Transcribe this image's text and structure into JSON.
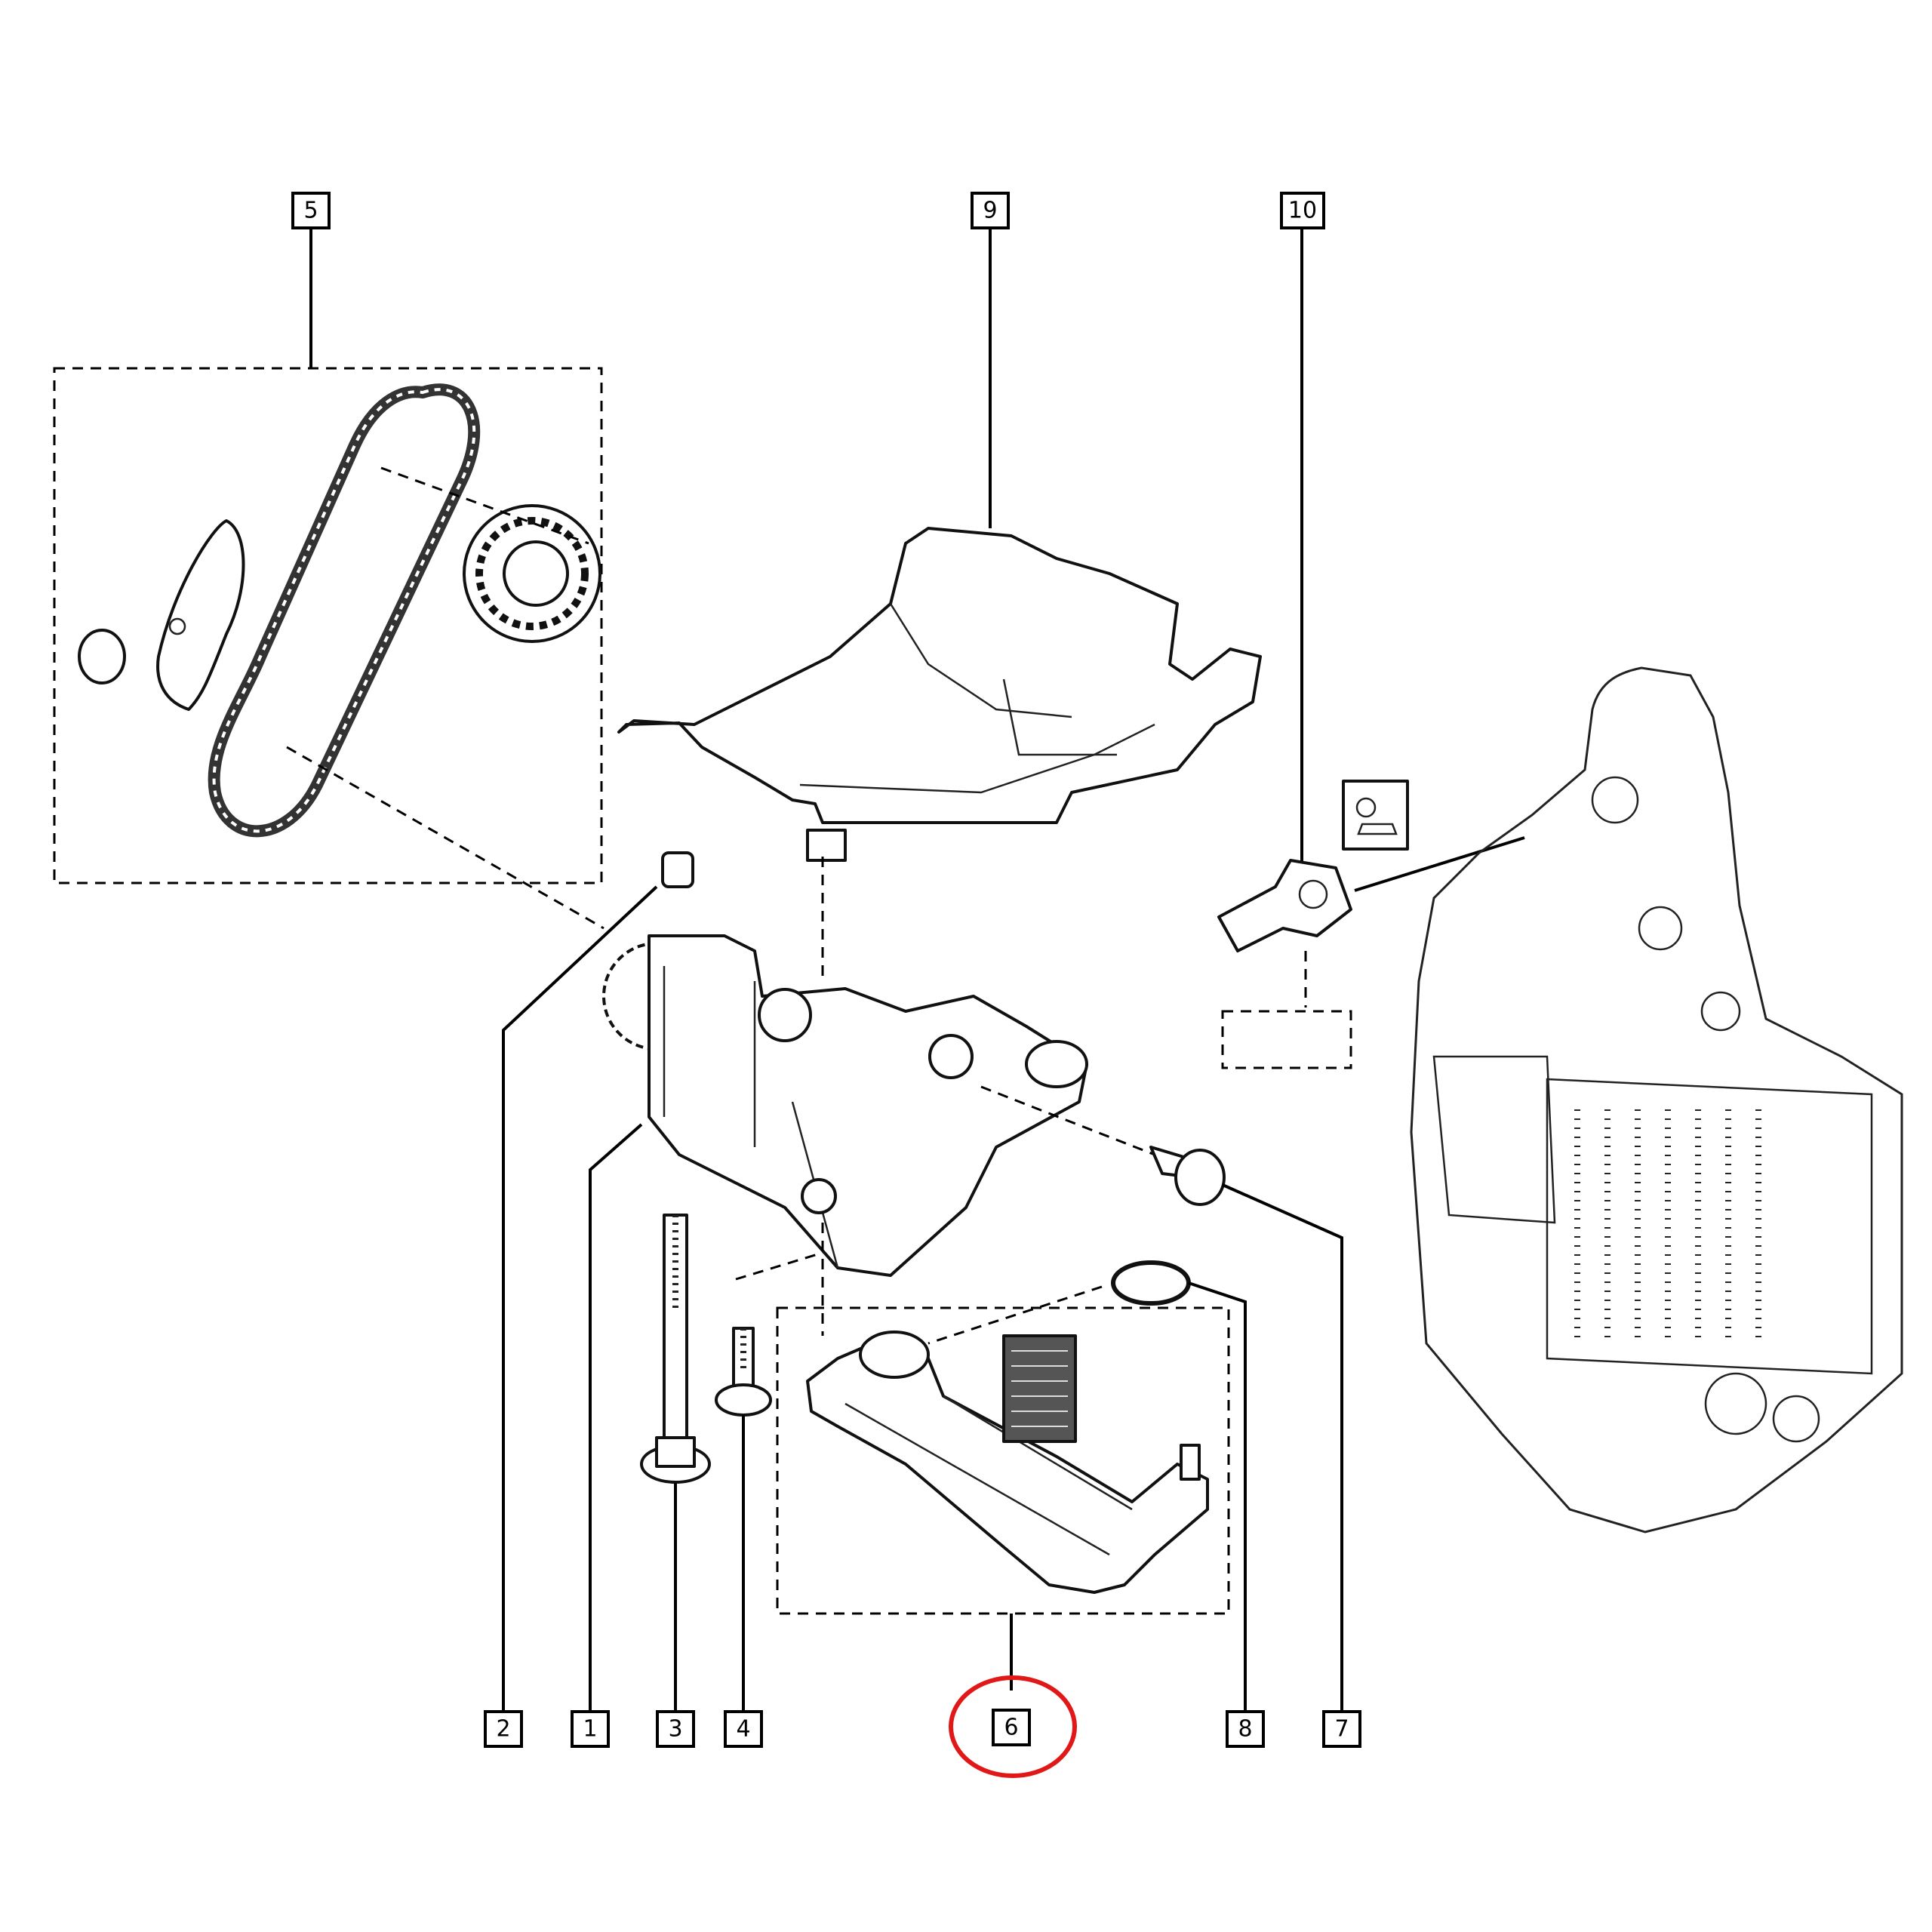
{
  "callouts": [
    {
      "id": "1",
      "label": "1"
    },
    {
      "id": "2",
      "label": "2"
    },
    {
      "id": "3",
      "label": "3"
    },
    {
      "id": "4",
      "label": "4"
    },
    {
      "id": "5",
      "label": "5"
    },
    {
      "id": "6",
      "label": "6",
      "highlighted": true
    },
    {
      "id": "7",
      "label": "7"
    },
    {
      "id": "8",
      "label": "8"
    },
    {
      "id": "9",
      "label": "9"
    },
    {
      "id": "10",
      "label": "10"
    }
  ],
  "colors": {
    "line": "#000000",
    "highlight": "#e01818",
    "background": "#ffffff"
  },
  "icons": {
    "sensor_symbol": "oil-pressure-warning-icon"
  }
}
